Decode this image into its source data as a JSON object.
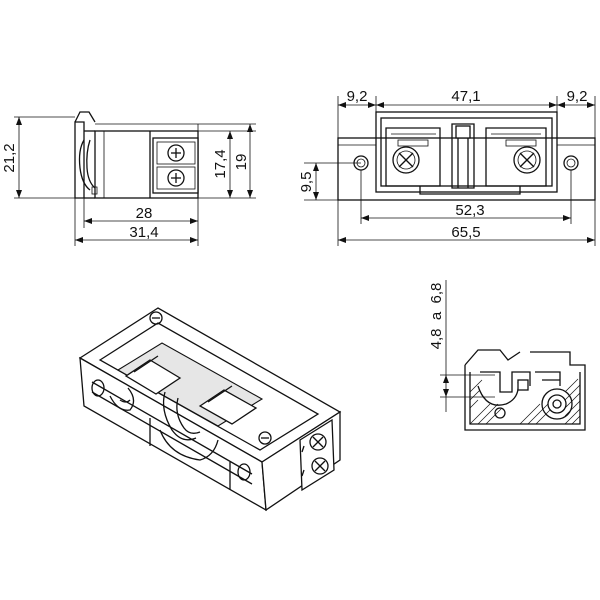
{
  "drawing": {
    "side_view": {
      "height_overall": "21,2",
      "height_block": "17,4",
      "height_total": "19",
      "width_inner": "28",
      "width_overall": "31,4"
    },
    "front_view": {
      "left_margin": "9,2",
      "center_width": "47,1",
      "right_margin": "9,2",
      "hole_height": "9,5",
      "hole_spacing": "52,3",
      "total_width": "65,5"
    },
    "section_view": {
      "adjust_range": "4,8  a  6,8"
    }
  }
}
